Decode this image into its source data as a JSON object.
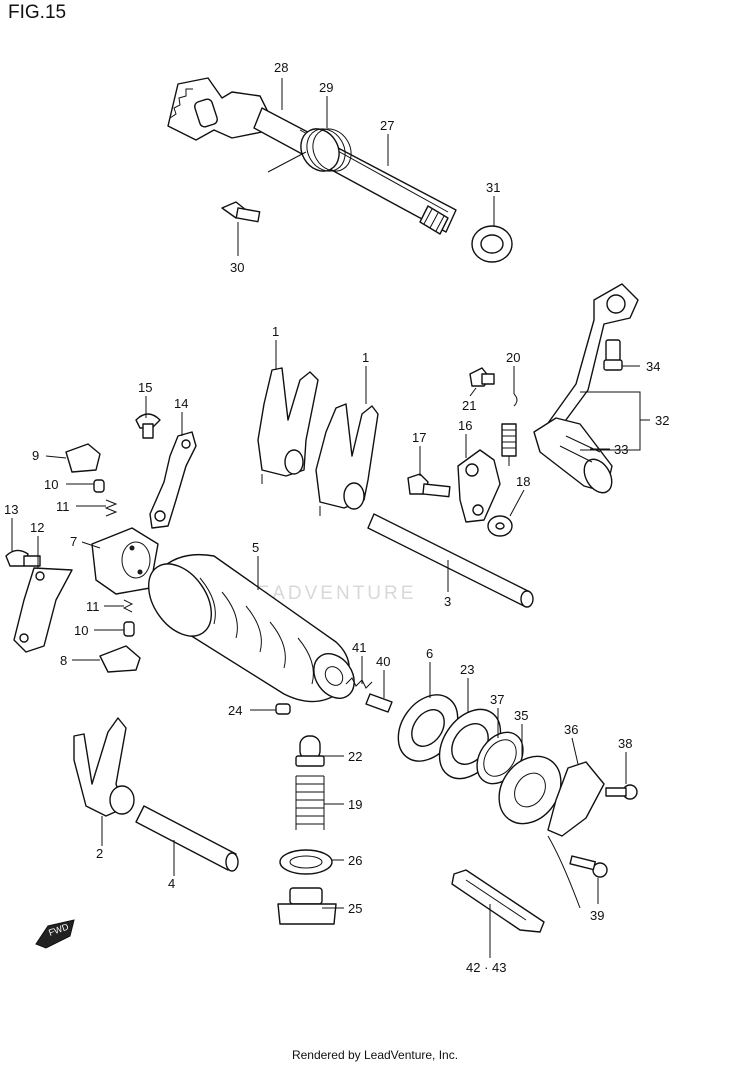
{
  "figure": {
    "title": "FIG.15",
    "footer": "Rendered by LeadVenture, Inc.",
    "watermark": "LEADVENTURE"
  },
  "callouts": [
    {
      "id": "c28",
      "label": "28"
    },
    {
      "id": "c29",
      "label": "29"
    },
    {
      "id": "c27",
      "label": "27"
    },
    {
      "id": "c31",
      "label": "31"
    },
    {
      "id": "c30",
      "label": "30"
    },
    {
      "id": "c1a",
      "label": "1"
    },
    {
      "id": "c1b",
      "label": "1"
    },
    {
      "id": "c20",
      "label": "20"
    },
    {
      "id": "c21",
      "label": "21"
    },
    {
      "id": "c34",
      "label": "34"
    },
    {
      "id": "c32",
      "label": "32"
    },
    {
      "id": "c33",
      "label": "33"
    },
    {
      "id": "c15",
      "label": "15"
    },
    {
      "id": "c14",
      "label": "14"
    },
    {
      "id": "c9",
      "label": "9"
    },
    {
      "id": "c10a",
      "label": "10"
    },
    {
      "id": "c11a",
      "label": "11"
    },
    {
      "id": "c13",
      "label": "13"
    },
    {
      "id": "c12",
      "label": "12"
    },
    {
      "id": "c7",
      "label": "7"
    },
    {
      "id": "c17",
      "label": "17"
    },
    {
      "id": "c16",
      "label": "16"
    },
    {
      "id": "c18",
      "label": "18"
    },
    {
      "id": "c5",
      "label": "5"
    },
    {
      "id": "c3",
      "label": "3"
    },
    {
      "id": "c11b",
      "label": "11"
    },
    {
      "id": "c10b",
      "label": "10"
    },
    {
      "id": "c8",
      "label": "8"
    },
    {
      "id": "c41",
      "label": "41"
    },
    {
      "id": "c40",
      "label": "40"
    },
    {
      "id": "c6",
      "label": "6"
    },
    {
      "id": "c23",
      "label": "23"
    },
    {
      "id": "c37",
      "label": "37"
    },
    {
      "id": "c35",
      "label": "35"
    },
    {
      "id": "c36",
      "label": "36"
    },
    {
      "id": "c38",
      "label": "38"
    },
    {
      "id": "c24",
      "label": "24"
    },
    {
      "id": "c22",
      "label": "22"
    },
    {
      "id": "c19",
      "label": "19"
    },
    {
      "id": "c26",
      "label": "26"
    },
    {
      "id": "c25",
      "label": "25"
    },
    {
      "id": "c2",
      "label": "2"
    },
    {
      "id": "c4",
      "label": "4"
    },
    {
      "id": "c39",
      "label": "39"
    },
    {
      "id": "c4243",
      "label": "42 · 43"
    }
  ],
  "fwd_badge": {
    "label": "FWD",
    "icon": "fwd-arrow-icon"
  }
}
